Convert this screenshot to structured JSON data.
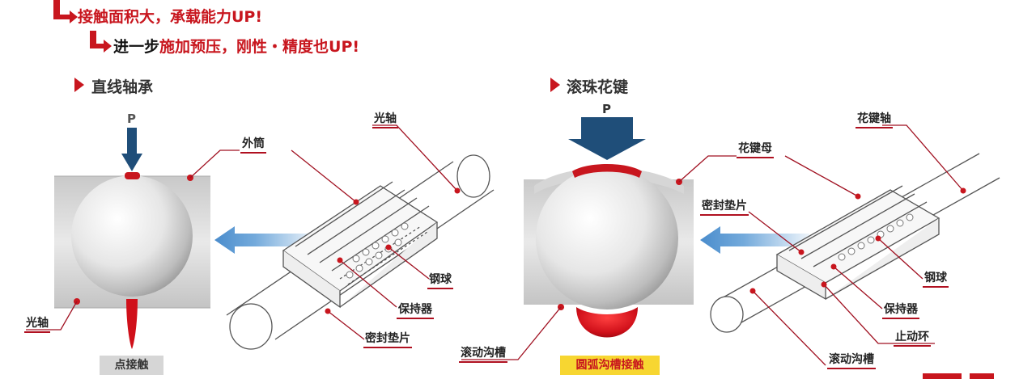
{
  "headline": {
    "line1": "接触面积大，承载能力UP!",
    "line2_prefix": "进一步",
    "line2_emph": "施加预压，刚性・精度也UP!"
  },
  "sections": {
    "left_title": "直线轴承",
    "right_title": "滚珠花键"
  },
  "left": {
    "load": "P",
    "outer_sleeve": "外筒",
    "shaft_top": "光轴",
    "shaft_left": "光轴",
    "steel_ball": "钢球",
    "retainer": "保持器",
    "seal": "密封垫片",
    "contact_tag": "点接触"
  },
  "right": {
    "load": "P",
    "spline_nut": "花键母",
    "spline_shaft": "花键轴",
    "seal": "密封垫片",
    "steel_ball": "钢球",
    "retainer": "保持器",
    "stop_ring": "止动环",
    "groove_left": "滚动沟槽",
    "groove_right": "滚动沟槽",
    "contact_tag": "圆弧沟槽接触"
  },
  "colors": {
    "accent_red": "#c8161e",
    "navy": "#1f4e79",
    "arrow_blue": "#5b9bd5",
    "tag_yellow": "#f7d631",
    "tag_gray": "#d6d6d6"
  }
}
